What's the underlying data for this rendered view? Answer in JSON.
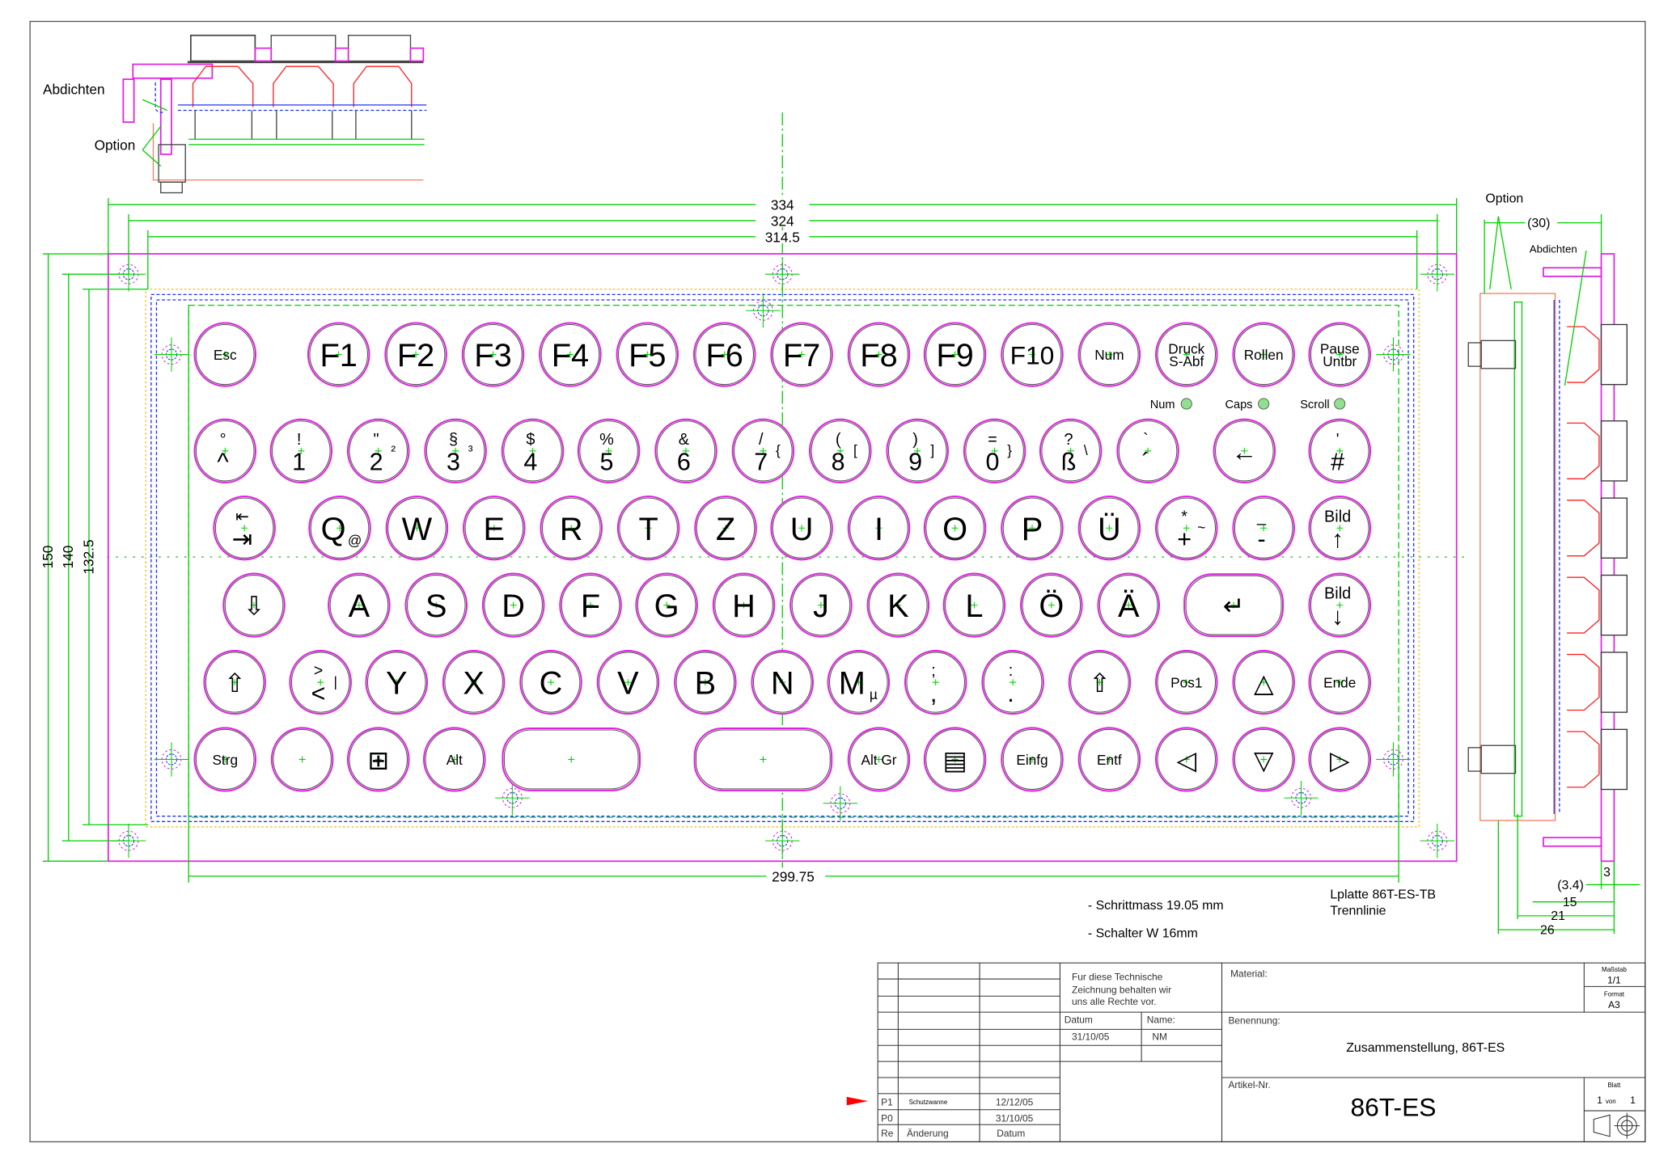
{
  "detail_top": {
    "label_seal": "Abdichten",
    "label_option": "Option"
  },
  "side_view": {
    "label_option": "Option",
    "label_seal": "Abdichten",
    "dim_30": "(30)",
    "dim_3": "3",
    "dim_3_4": "(3.4)",
    "dim_15": "15",
    "dim_21": "21",
    "dim_26": "26"
  },
  "dimensions": {
    "w334": "334",
    "w324": "324",
    "w314": "314.5",
    "w299": "299.75",
    "h150": "150",
    "h140": "140",
    "h132": "132.5"
  },
  "notes": {
    "pitch": "- Schrittmass 19.05 mm",
    "switch": "- Schalter W 16mm",
    "pcb": "Lplatte 86T-ES-TB",
    "sep": "Trennlinie"
  },
  "leds": [
    {
      "label": "Num"
    },
    {
      "label": "Caps"
    },
    {
      "label": "Scroll"
    }
  ],
  "keyboard": {
    "rows": [
      [
        {
          "lines": [
            "Esc"
          ]
        },
        {
          "main": "F1"
        },
        {
          "main": "F2"
        },
        {
          "main": "F3"
        },
        {
          "main": "F4"
        },
        {
          "main": "F5"
        },
        {
          "main": "F6"
        },
        {
          "main": "F7"
        },
        {
          "main": "F8"
        },
        {
          "main": "F9"
        },
        {
          "main": "F10"
        },
        {
          "lines": [
            "Num"
          ]
        },
        {
          "lines": [
            "Druck",
            "S-Abf"
          ]
        },
        {
          "lines": [
            "Rollen"
          ]
        },
        {
          "lines": [
            "Pause",
            "Untbr"
          ]
        }
      ],
      [
        {
          "top": "°",
          "main": "^"
        },
        {
          "top": "!",
          "main": "1"
        },
        {
          "top": "\"",
          "main": "2",
          "alt": "²"
        },
        {
          "top": "§",
          "main": "3",
          "alt": "³"
        },
        {
          "top": "$",
          "main": "4"
        },
        {
          "top": "%",
          "main": "5"
        },
        {
          "top": "&",
          "main": "6"
        },
        {
          "top": "/",
          "main": "7",
          "alt": "{"
        },
        {
          "top": "(",
          "main": "8",
          "alt": "["
        },
        {
          "top": ")",
          "main": "9",
          "alt": "]"
        },
        {
          "top": "=",
          "main": "0",
          "alt": "}"
        },
        {
          "top": "?",
          "main": "ß",
          "alt": "\\"
        },
        {
          "top": "`",
          "main": "´"
        },
        {
          "main": "←"
        },
        {
          "top": "'",
          "main": "#"
        }
      ],
      [
        {
          "top": "⇤",
          "main": "⇥"
        },
        {
          "main": "Q",
          "alt": "@"
        },
        {
          "main": "W"
        },
        {
          "main": "E"
        },
        {
          "main": "R"
        },
        {
          "main": "T"
        },
        {
          "main": "Z"
        },
        {
          "main": "U"
        },
        {
          "main": "I"
        },
        {
          "main": "O"
        },
        {
          "main": "P"
        },
        {
          "main": "Ü"
        },
        {
          "top": "*",
          "main": "+",
          "alt": "~"
        },
        {
          "top": "_",
          "main": "-"
        },
        {
          "top": "Bild",
          "main": "↑"
        }
      ],
      [
        {
          "main": "⇩"
        },
        {
          "main": "A"
        },
        {
          "main": "S"
        },
        {
          "main": "D"
        },
        {
          "main": "F"
        },
        {
          "main": "G"
        },
        {
          "main": "H"
        },
        {
          "main": "J"
        },
        {
          "main": "K"
        },
        {
          "main": "L"
        },
        {
          "main": "Ö"
        },
        {
          "main": "Ä"
        },
        {
          "main": "↵"
        },
        {
          "top": "Bild",
          "main": "↓"
        }
      ],
      [
        {
          "main": "⇧"
        },
        {
          "top": ">",
          "main": "<",
          "alt": "|"
        },
        {
          "main": "Y"
        },
        {
          "main": "X"
        },
        {
          "main": "C"
        },
        {
          "main": "V"
        },
        {
          "main": "B"
        },
        {
          "main": "N"
        },
        {
          "main": "M",
          "alt": "µ"
        },
        {
          "top": ";",
          "main": ","
        },
        {
          "top": ":",
          "main": "."
        },
        {
          "main": "⇧"
        },
        {
          "lines": [
            "Pos1"
          ]
        },
        {
          "main": "△"
        },
        {
          "lines": [
            "Ende"
          ]
        }
      ],
      [
        {
          "lines": [
            "Strg"
          ]
        },
        {
          "main": ""
        },
        {
          "main": "⊞"
        },
        {
          "lines": [
            "Alt"
          ]
        },
        {
          "main": ""
        },
        {
          "main": ""
        },
        {
          "lines": [
            "Alt Gr"
          ]
        },
        {
          "main": "▤"
        },
        {
          "lines": [
            "Einfg"
          ]
        },
        {
          "lines": [
            "Entf"
          ]
        },
        {
          "main": "◁"
        },
        {
          "main": "▽"
        },
        {
          "main": "▷"
        }
      ]
    ]
  },
  "title_block": {
    "rights": [
      "Fur diese Technische",
      "Zeichnung behalten wir",
      "uns alle Rechte vor."
    ],
    "datum_label": "Datum",
    "name_label": "Name:",
    "datum_value": "31/10/05",
    "name_value": "NM",
    "material_label": "Material:",
    "scale_label": "Maßstab",
    "scale_value": "1/1",
    "format_label": "Format",
    "format_value": "A3",
    "designation_label": "Benennung:",
    "designation_value": "Zusammenstellung, 86T-ES",
    "article_label": "Artikel-Nr.",
    "article_value": "86T-ES",
    "sheet_label": "Blatt",
    "sheet_value": "1",
    "sheet_of": "von",
    "sheet_total": "1",
    "revisions": [
      {
        "rev": "P1",
        "change": "Schutzwanne",
        "date": "12/12/05"
      },
      {
        "rev": "P0",
        "change": "",
        "date": "31/10/05"
      }
    ],
    "rev_header": {
      "rev": "Re",
      "change": "Änderung",
      "date": "Datum"
    }
  },
  "colors": {
    "outline": "#e020e0",
    "center": "#00d000",
    "pcb": "#2030ff",
    "led": "#90e090"
  }
}
